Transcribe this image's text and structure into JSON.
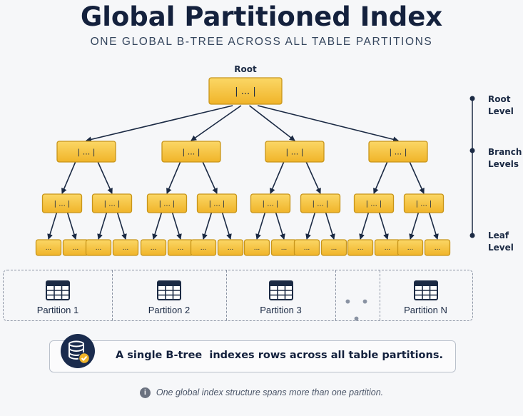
{
  "title": "Global Partitioned Index",
  "subtitle": "ONE GLOBAL B-TREE ACROSS ALL TABLE PARTITIONS",
  "tree": {
    "root_label": "Root",
    "root_node_text": "| ... |",
    "branch_node_text": "| ... |",
    "lower_node_text": "| ... |",
    "leaf_node_text": "...",
    "branch_count": 4,
    "lower_per_branch": 2,
    "leaves_per_lower": 2
  },
  "levels": {
    "root": "Root\nLevel",
    "branch": "Branch\nLevels",
    "leaf": "Leaf\nLevel"
  },
  "partitions": [
    {
      "label": "Partition 1"
    },
    {
      "label": "Partition 2"
    },
    {
      "label": "Partition 3"
    },
    {
      "label": "Partition N"
    }
  ],
  "ellipsis": "• • •",
  "callout": "A single B-tree  indexes rows across all table partitions.",
  "note": "One global index structure spans more than one partition.",
  "note_icon": "i",
  "colors": {
    "node_fill": "#f5c242",
    "node_stroke": "#c8951a",
    "edge": "#1b2a44",
    "badge": "#1a2b4d",
    "check": "#f0b429"
  },
  "icons": {
    "partition": "table-icon",
    "callout": "database-icon",
    "note": "info-icon"
  }
}
